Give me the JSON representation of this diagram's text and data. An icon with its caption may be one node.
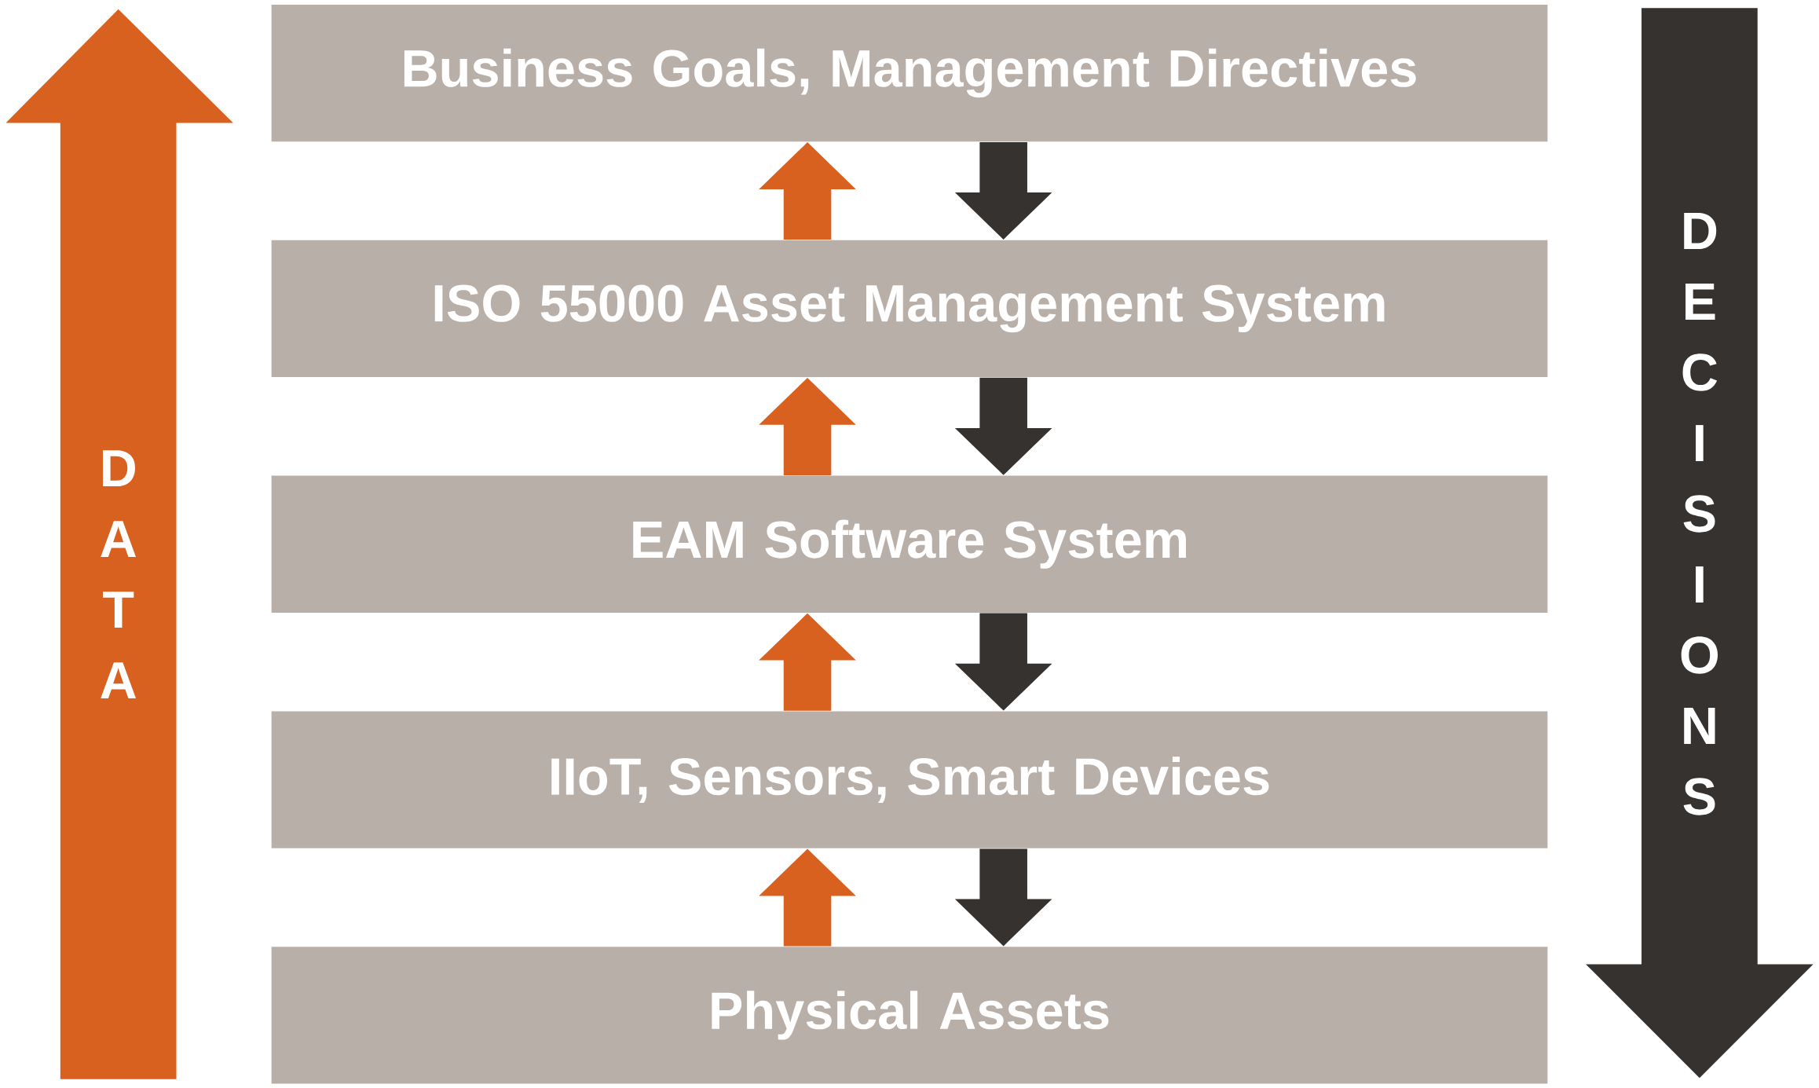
{
  "diagram": {
    "nodes": [
      {
        "text": [
          "Business Goals, Management Directives"
        ]
      },
      {
        "text": [
          "ISO 55000 Asset Management System"
        ]
      },
      {
        "text": [
          "EAM Software System"
        ]
      },
      {
        "text": [
          "IIoT, Sensors, Smart Devices"
        ]
      },
      {
        "text": [
          "Physical Assets"
        ]
      },
      {
        "text": [
          "DATA"
        ]
      },
      {
        "text": [
          "DECISIONS"
        ]
      }
    ],
    "edges": [
      {
        "from": 1,
        "to": 0,
        "arrow": "to",
        "color": "#d9611f"
      },
      {
        "from": 0,
        "to": 1,
        "arrow": "to",
        "color": "#363230"
      },
      {
        "from": 2,
        "to": 1,
        "arrow": "to",
        "color": "#d9611f"
      },
      {
        "from": 1,
        "to": 2,
        "arrow": "to",
        "color": "#363230"
      },
      {
        "from": 3,
        "to": 2,
        "arrow": "to",
        "color": "#d9611f"
      },
      {
        "from": 2,
        "to": 3,
        "arrow": "to",
        "color": "#363230"
      },
      {
        "from": 4,
        "to": 3,
        "arrow": "to",
        "color": "#d9611f"
      },
      {
        "from": 3,
        "to": 4,
        "arrow": "to",
        "color": "#363230"
      }
    ]
  }
}
